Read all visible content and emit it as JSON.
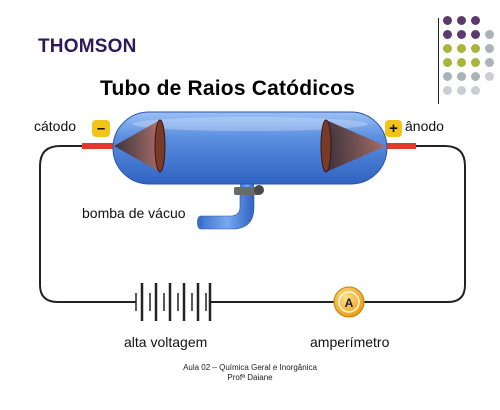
{
  "header": {
    "title": "THOMSON",
    "subtitle": "Tubo de Raios Catódicos"
  },
  "diagram": {
    "cathode_label": "cátodo",
    "cathode_sign": "–",
    "anode_label": "ânodo",
    "anode_sign": "+",
    "pump_label": "bomba de vácuo",
    "voltage_label": "alta voltagem",
    "ammeter_label": "amperímetro",
    "ammeter_symbol": "A"
  },
  "footer": {
    "line1": "Aula 02 – Química Geral e Inorgânica",
    "line2": "Profª Daiane"
  },
  "colors": {
    "header_title": "#2e1a5a",
    "tube_fill": "#5b8fe0",
    "tube_dark": "#2f63c2",
    "electrode_red": "#e03a2e",
    "sign_yellow": "#f2c41a",
    "ammeter_yellow": "#f4b41a",
    "wire": "#222222",
    "dot_purple": "#5d3a6e",
    "dot_lime": "#a8b53a",
    "dot_gray": "#a9b4b8",
    "dot_light": "#c9cdd6"
  },
  "dot_grid": [
    [
      "dot_purple",
      "dot_purple",
      "dot_purple"
    ],
    [
      "dot_purple",
      "dot_purple",
      "dot_purple",
      "dot_gray"
    ],
    [
      "dot_lime",
      "dot_lime",
      "dot_lime",
      "dot_gray"
    ],
    [
      "dot_lime",
      "dot_lime",
      "dot_lime",
      "dot_gray"
    ],
    [
      "dot_gray",
      "dot_gray",
      "dot_gray",
      "dot_light"
    ],
    [
      "dot_light",
      "dot_light",
      "dot_light"
    ]
  ]
}
